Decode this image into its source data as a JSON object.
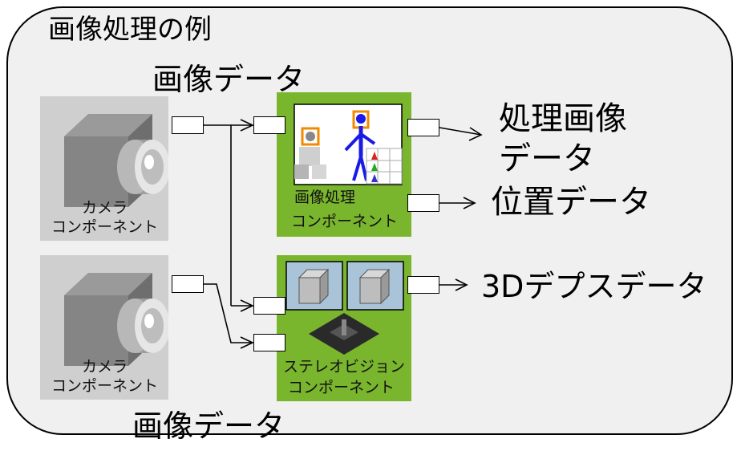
{
  "title": "画像処理の例",
  "image_data_top": "画像データ",
  "image_data_bottom": "画像データ",
  "camera1": {
    "label_line1": "カメラ",
    "label_line2": "コンポーネント"
  },
  "camera2": {
    "label_line1": "カメラ",
    "label_line2": "コンポーネント"
  },
  "image_processing": {
    "label_line1": "画像処理",
    "label_line2": "コンポーネント"
  },
  "stereo_vision": {
    "label_line1": "ステレオビジョン",
    "label_line2": "コンポーネント"
  },
  "outputs": {
    "processed_line1": "処理画像",
    "processed_line2": "データ",
    "position": "位置データ",
    "depth": "3Dデプスデータ"
  },
  "colors": {
    "component_green": "#7ab52e",
    "camera_gray": "#cfcfcf",
    "frame_bg": "#f0f0f0"
  }
}
